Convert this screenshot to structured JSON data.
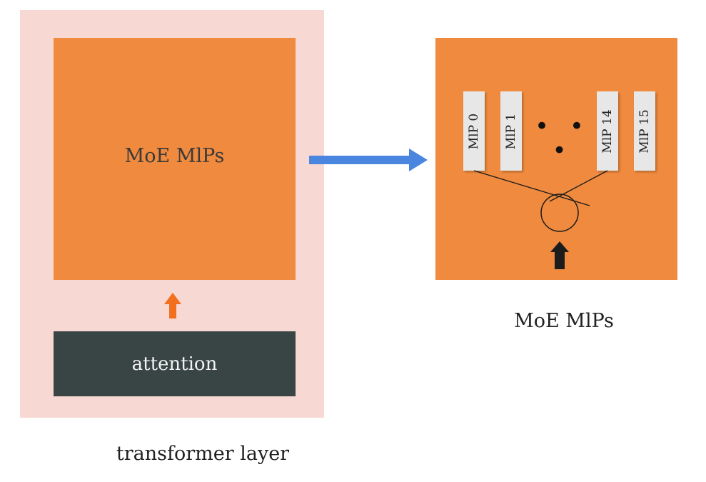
{
  "transformer_layer": {
    "caption": "transformer layer",
    "moe_block_label": "MoE MlPs",
    "attention_label": "attention",
    "colors": {
      "layer_background": "#f7d8d2",
      "moe_block": "#f08a3e",
      "attention_block": "#394545",
      "flow_arrow": "#f26f1d"
    }
  },
  "moe_expanded": {
    "caption": "MoE MlPs",
    "experts": [
      {
        "label": "MlP 0"
      },
      {
        "label": "MlP 1"
      },
      {
        "label": "MlP 14"
      },
      {
        "label": "MlP 15"
      }
    ],
    "ellipsis": "• • •",
    "router_icon": "circle-router-icon",
    "input_arrow_color": "#1c1c1c"
  },
  "connector": {
    "icon": "right-arrow-icon",
    "color": "#4a86e0"
  }
}
